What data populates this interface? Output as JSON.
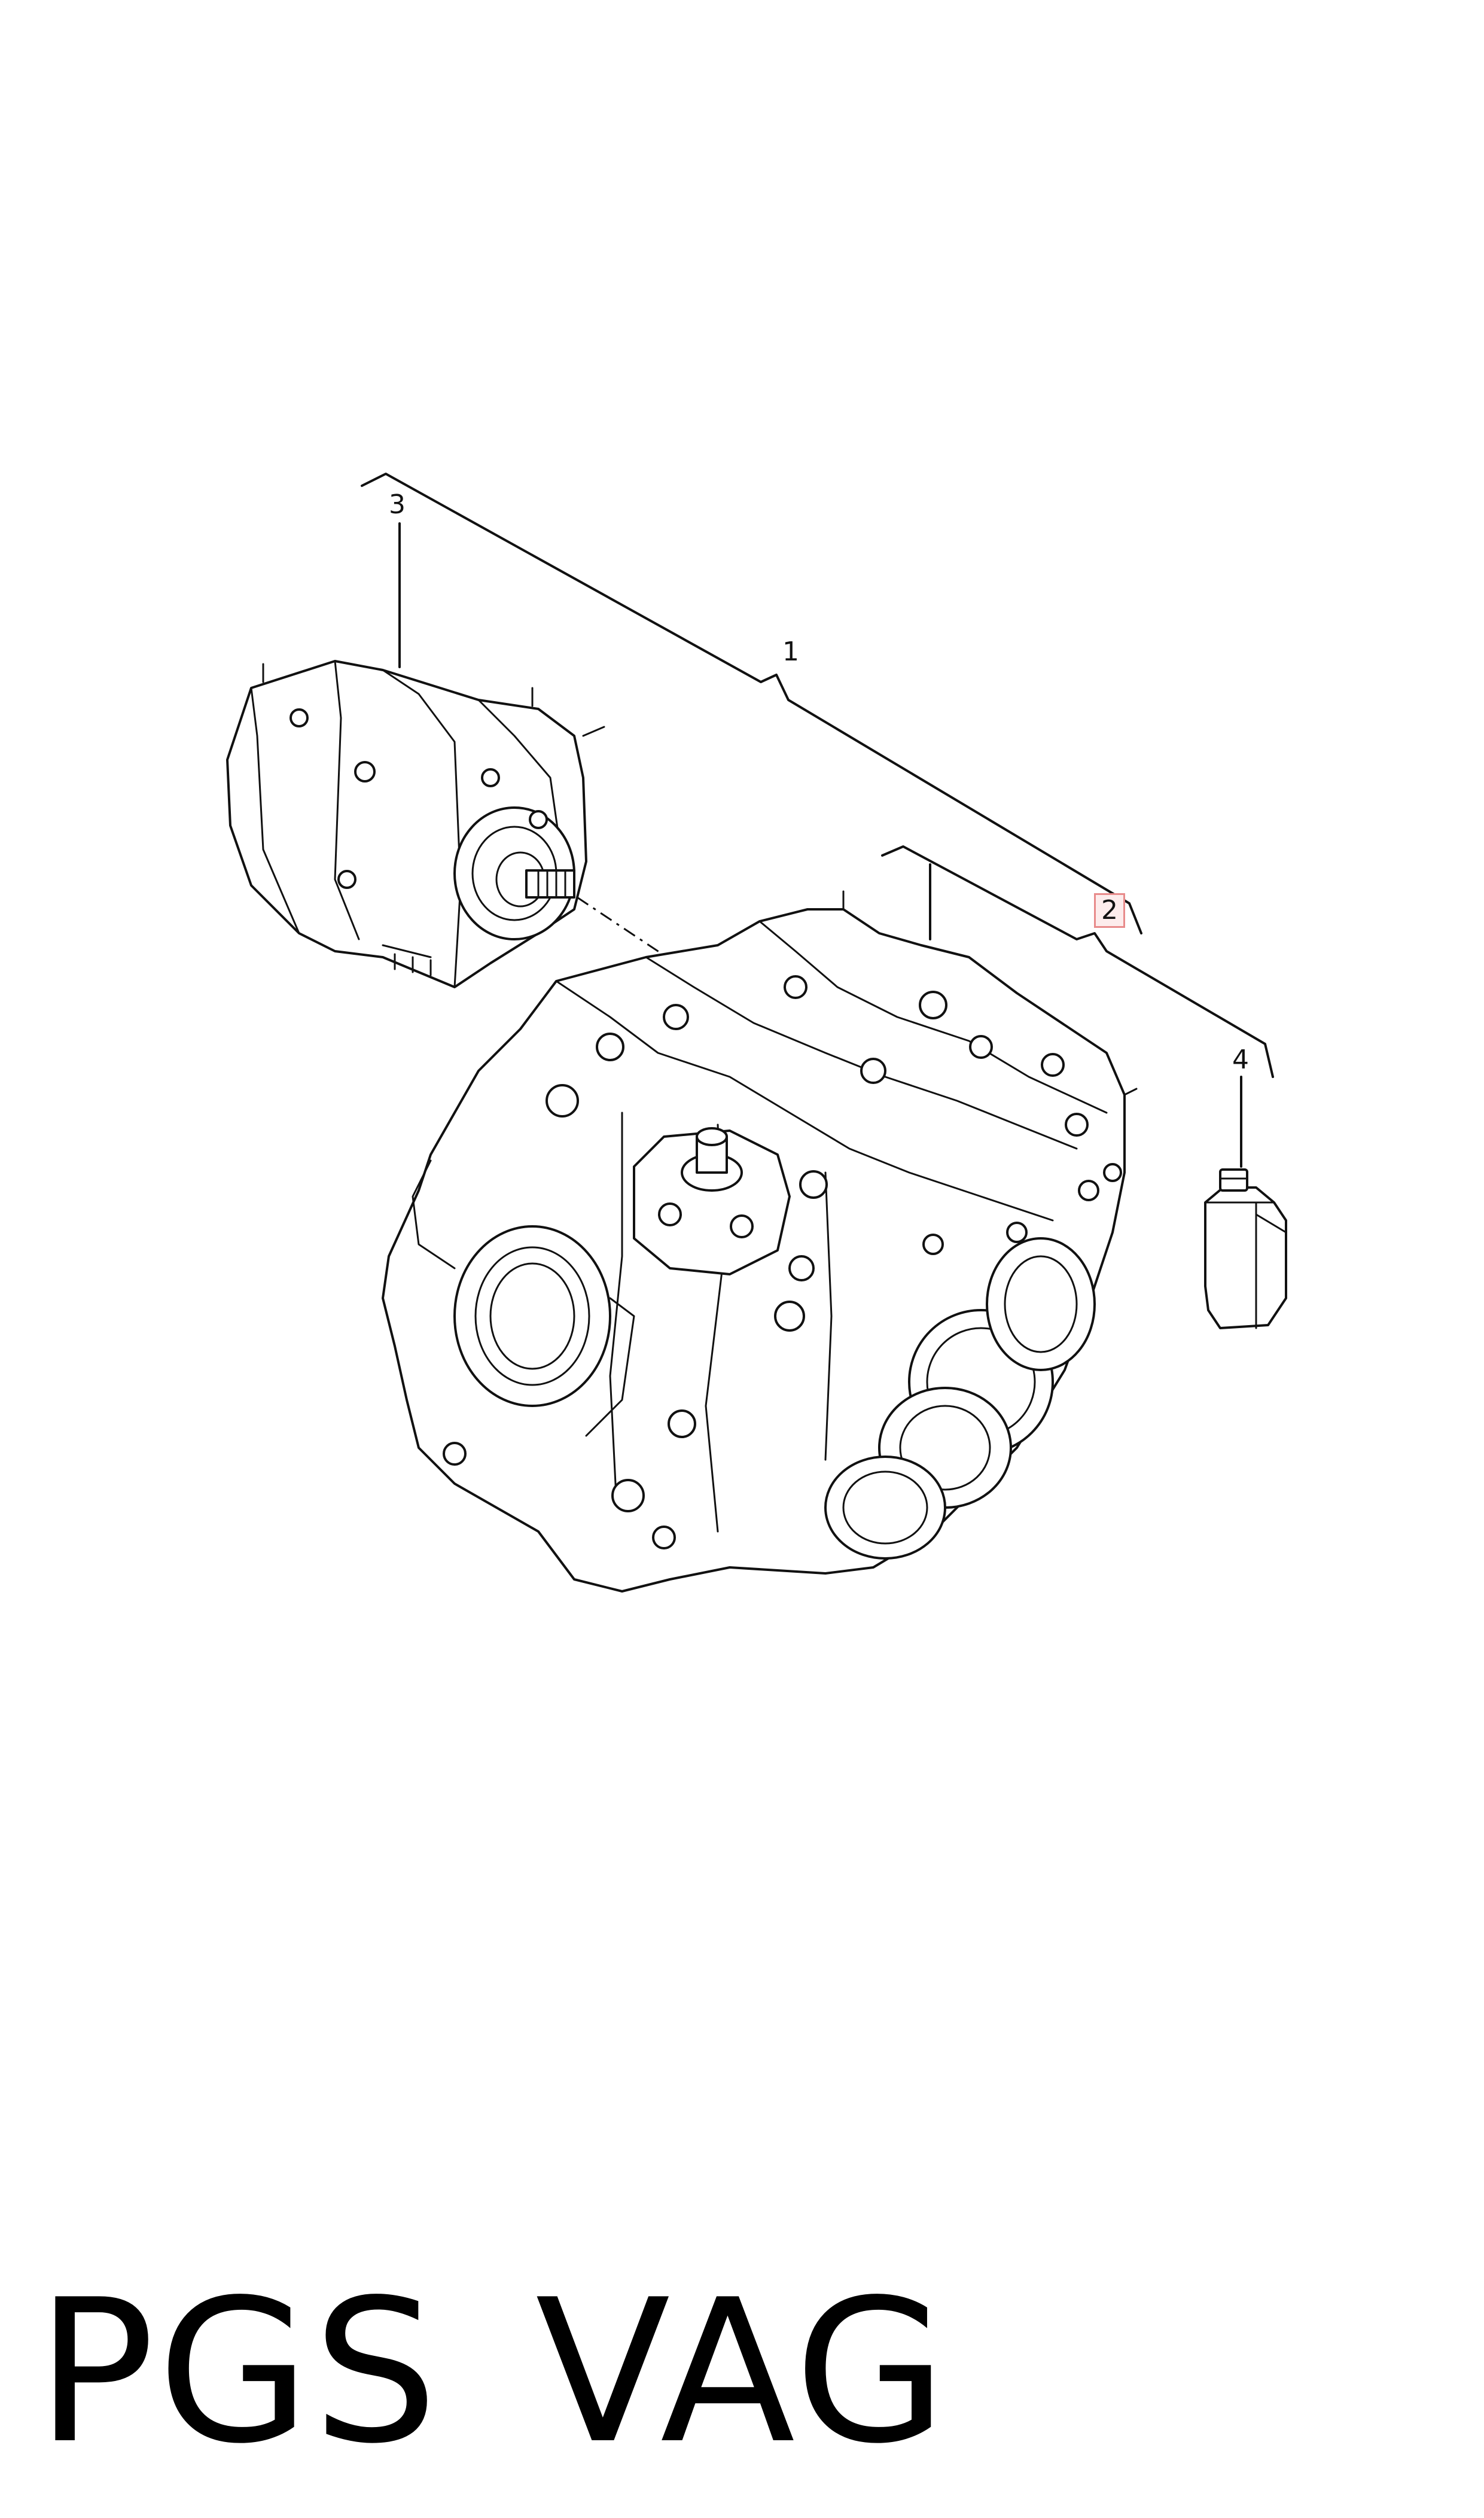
{
  "diagram": {
    "callouts": {
      "c1": "1",
      "c2": "2",
      "c3": "3",
      "c4": "4"
    },
    "highlight_color": "#e88b8b",
    "parts": [
      "transfer-case",
      "gearbox",
      "oil-bottle"
    ]
  },
  "footer": {
    "left": "PGS",
    "right": "VAG"
  }
}
